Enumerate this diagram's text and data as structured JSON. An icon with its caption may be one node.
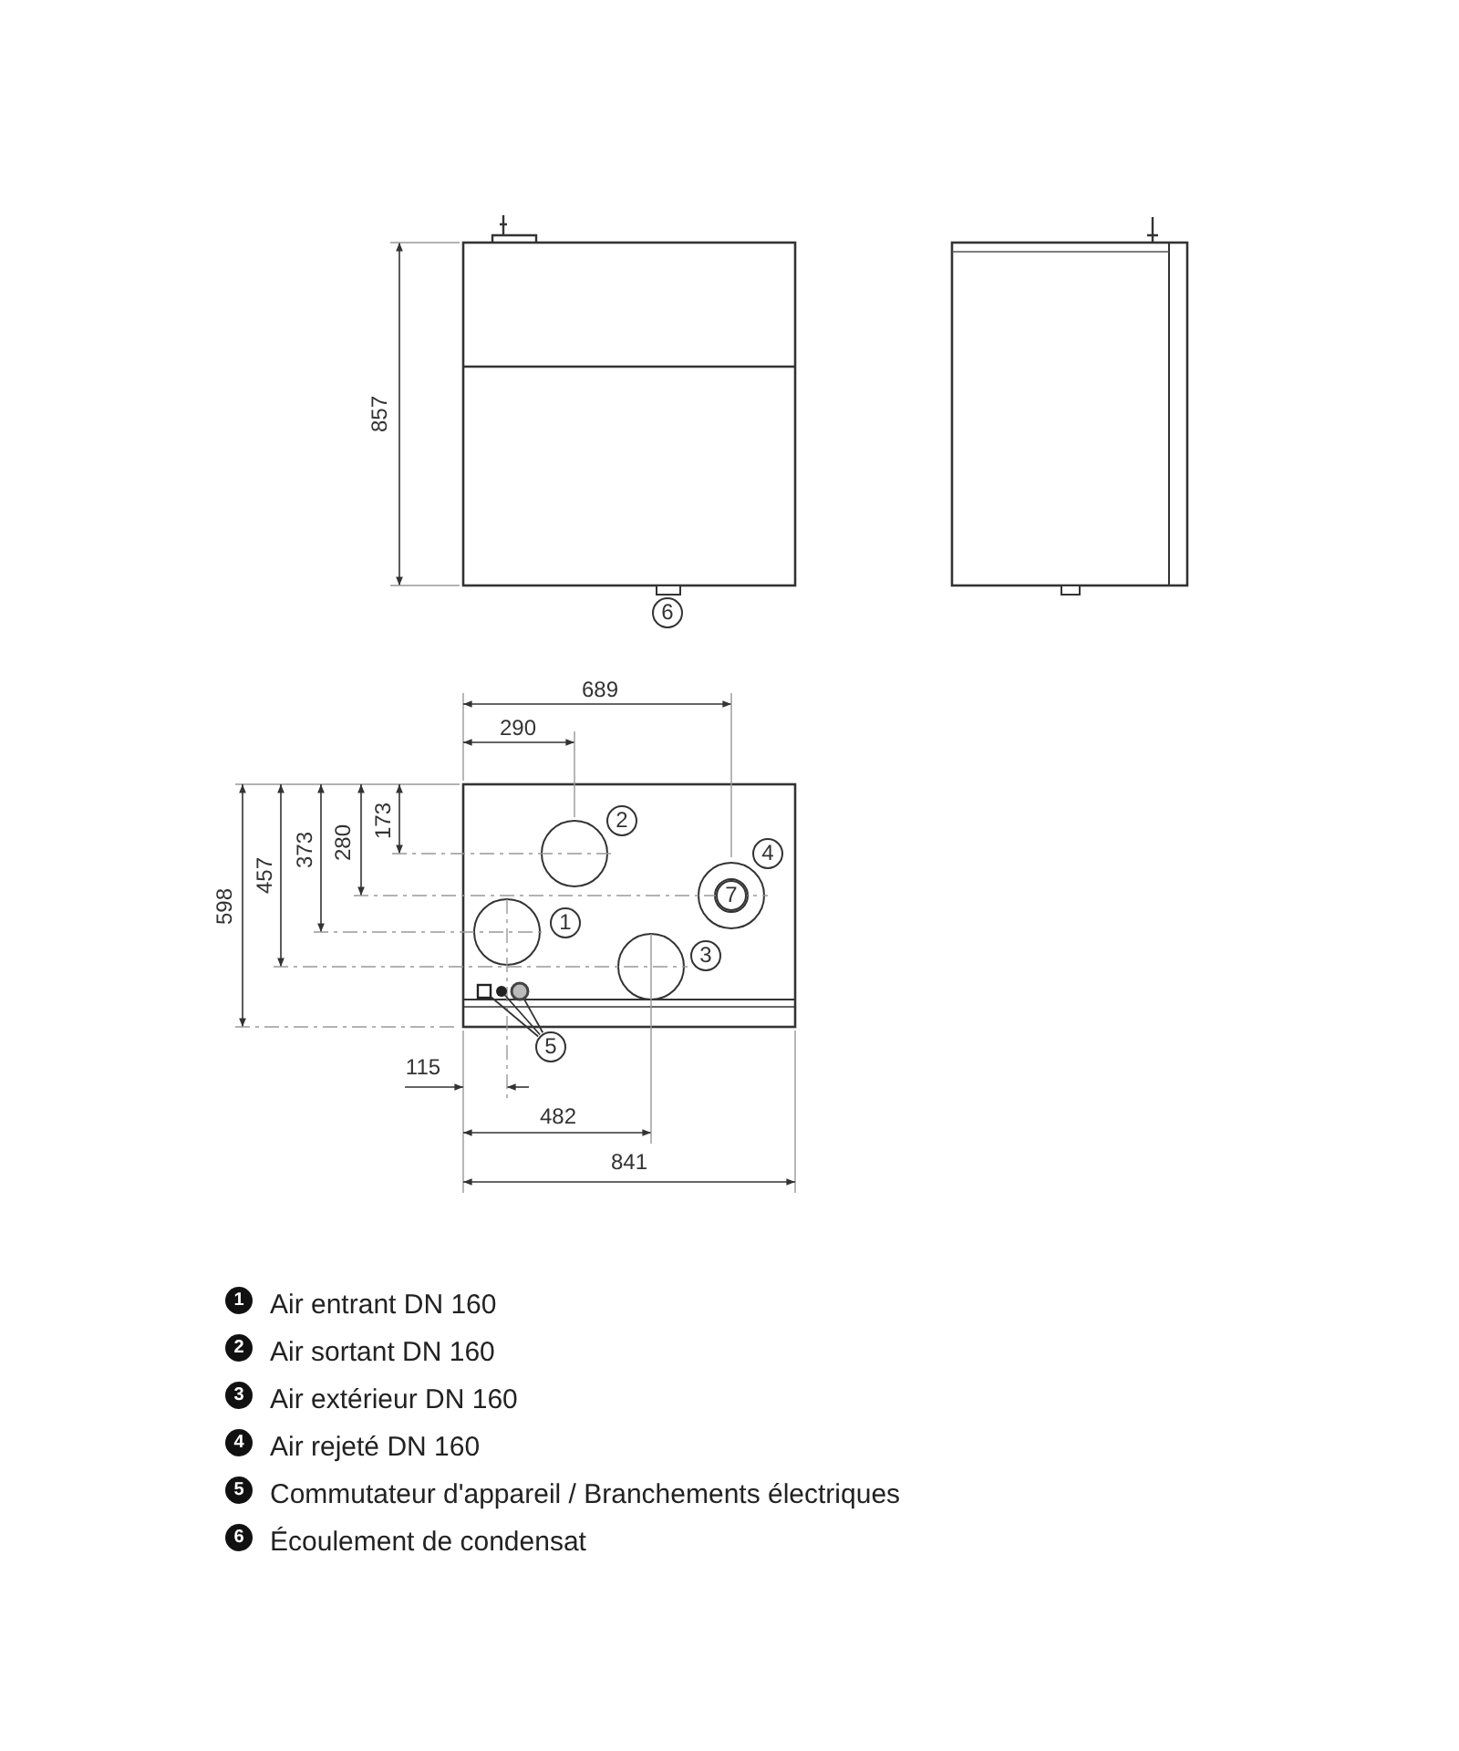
{
  "diagram": {
    "nodes": [
      {
        "text": [
          "6"
        ]
      },
      {
        "text": [
          "2"
        ]
      },
      {
        "text": [
          "4"
        ]
      },
      {
        "text": [
          "7"
        ]
      },
      {
        "text": [
          "1"
        ]
      },
      {
        "text": [
          "3"
        ]
      },
      {
        "text": [
          "5"
        ]
      },
      {
        "text": [],
        "shape": "box"
      },
      {
        "text": [],
        "shape": "circle"
      },
      {
        "text": [],
        "shape": "circle"
      }
    ],
    "edges": [
      {
        "from": 6,
        "to": 7,
        "arrow": "none"
      },
      {
        "from": 6,
        "to": 8,
        "arrow": "none"
      },
      {
        "from": 6,
        "to": 9,
        "arrow": "none"
      }
    ],
    "labels": [
      "857",
      "689",
      "290",
      "598",
      "457",
      "373",
      "280",
      "173",
      "115",
      "482",
      "841",
      "1",
      "2",
      "3",
      "4",
      "5",
      "6"
    ],
    "legend": [
      {
        "text": "Air entrant DN 160"
      },
      {
        "text": "Air sortant DN 160"
      },
      {
        "text": "Air extérieur DN 160"
      },
      {
        "text": "Air rejeté DN 160"
      },
      {
        "text": "Commutateur d'appareil / Branchements électriques"
      },
      {
        "text": "Écoulement de condensat"
      }
    ]
  }
}
